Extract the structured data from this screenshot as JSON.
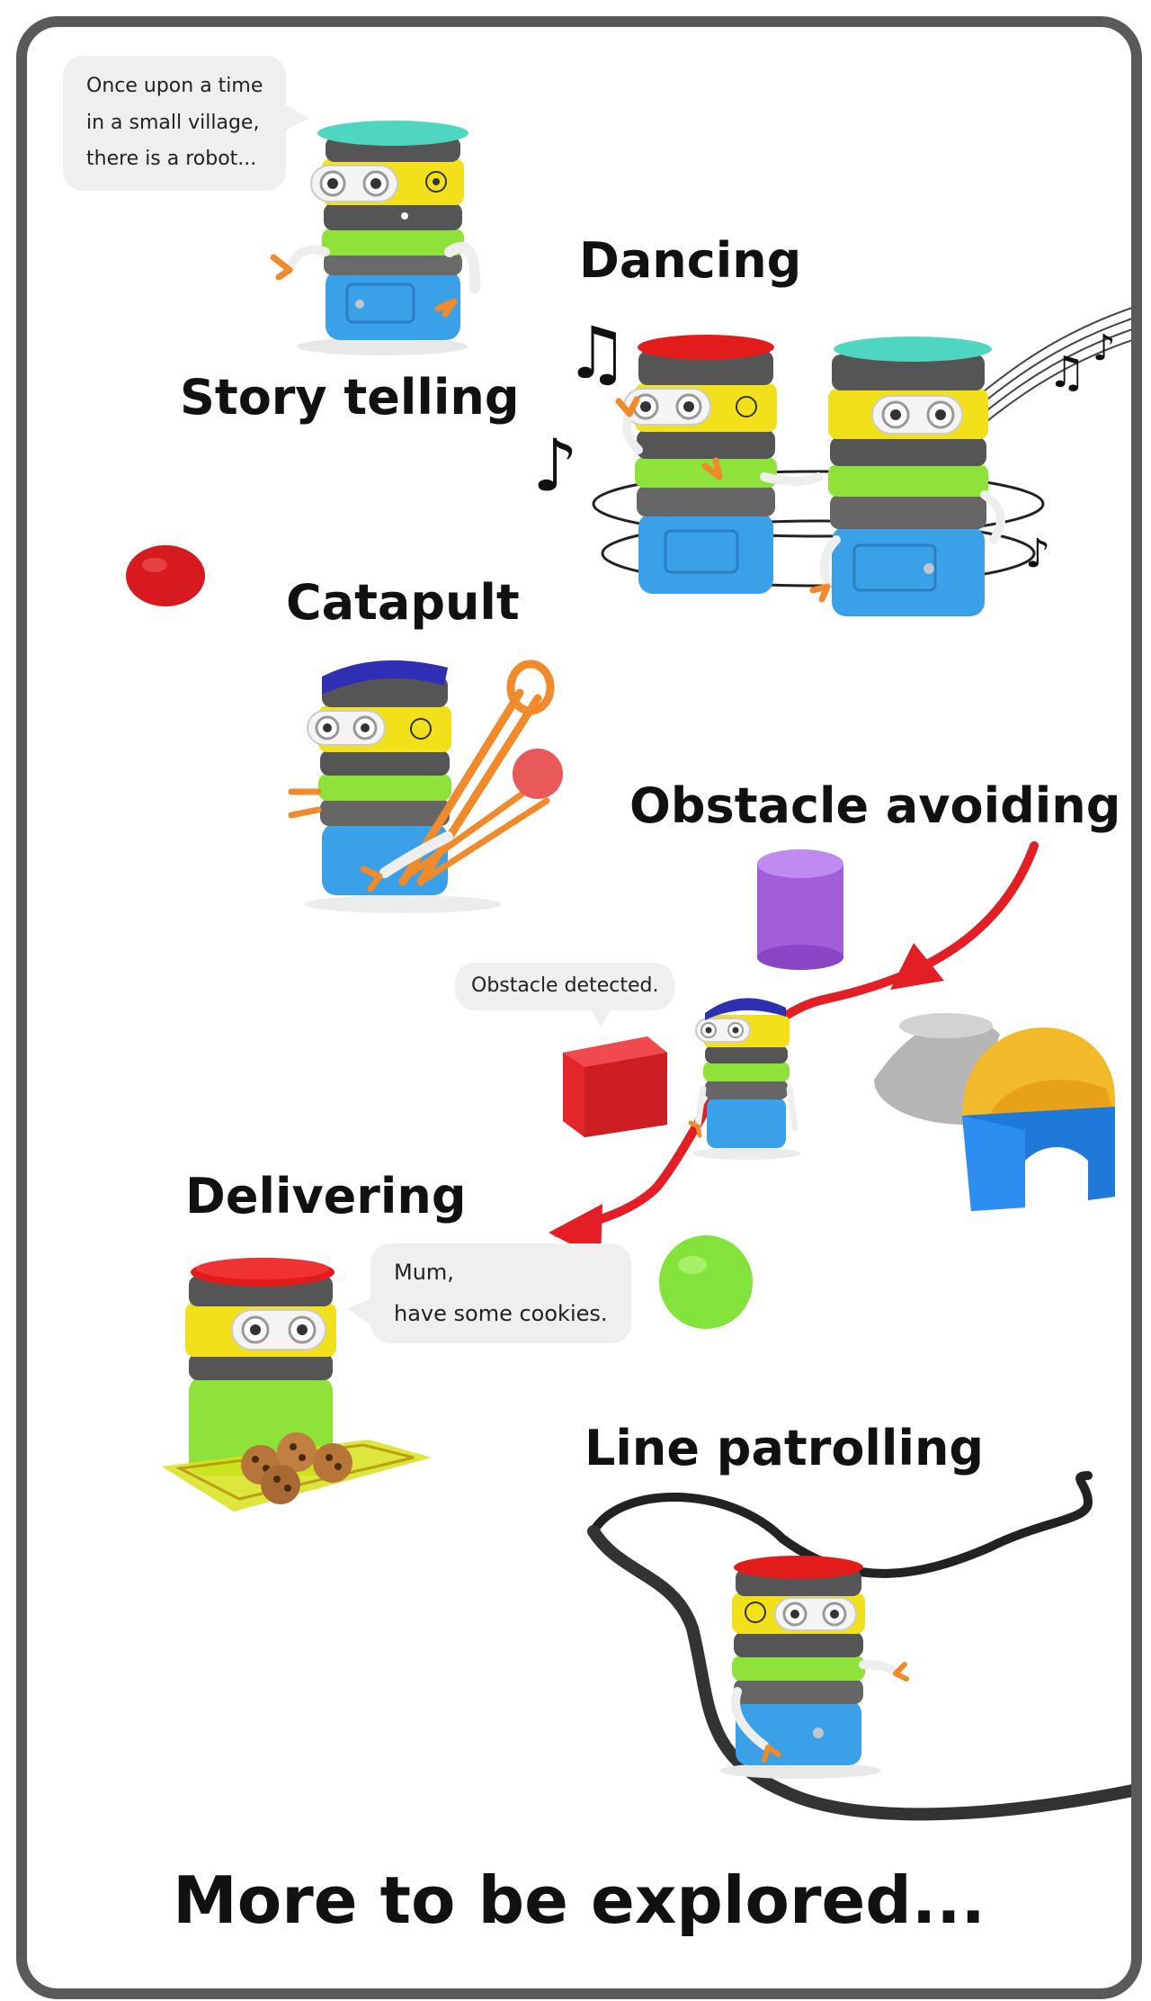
{
  "features": {
    "story_telling": {
      "title": "Story telling",
      "speech": [
        "Once upon a time",
        "in a small village,",
        "there is a robot..."
      ]
    },
    "dancing": {
      "title": "Dancing"
    },
    "catapult": {
      "title": "Catapult"
    },
    "obstacle_avoiding": {
      "title": "Obstacle avoiding",
      "speech": "Obstacle detected."
    },
    "delivering": {
      "title": "Delivering",
      "speech": [
        "Mum,",
        "have some cookies."
      ]
    },
    "line_patrolling": {
      "title": "Line patrolling"
    }
  },
  "footer": {
    "text": "More to be explored..."
  },
  "colors": {
    "frame": "#5a5a5a",
    "bubble": "#efefef",
    "robot_yellow": "#f2e11a",
    "robot_green": "#8ee23a",
    "robot_blue": "#3aa0e8",
    "lid_teal": "#4fd6c0",
    "lid_red": "#e21b1b",
    "lid_navy": "#2e2fb5",
    "arm_orange": "#f08a2a",
    "arrow_red": "#e31e24"
  }
}
